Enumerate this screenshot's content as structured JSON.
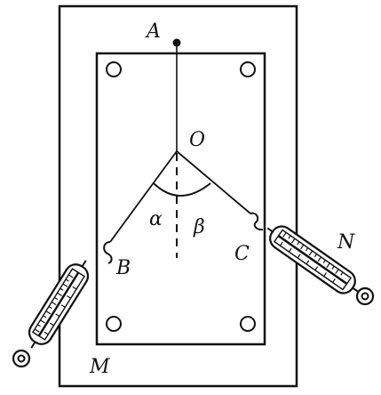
{
  "labels": {
    "A": "A",
    "O": "O",
    "alpha": "α",
    "beta": "β",
    "B": "B",
    "C": "C",
    "N": "N",
    "M": "M"
  }
}
